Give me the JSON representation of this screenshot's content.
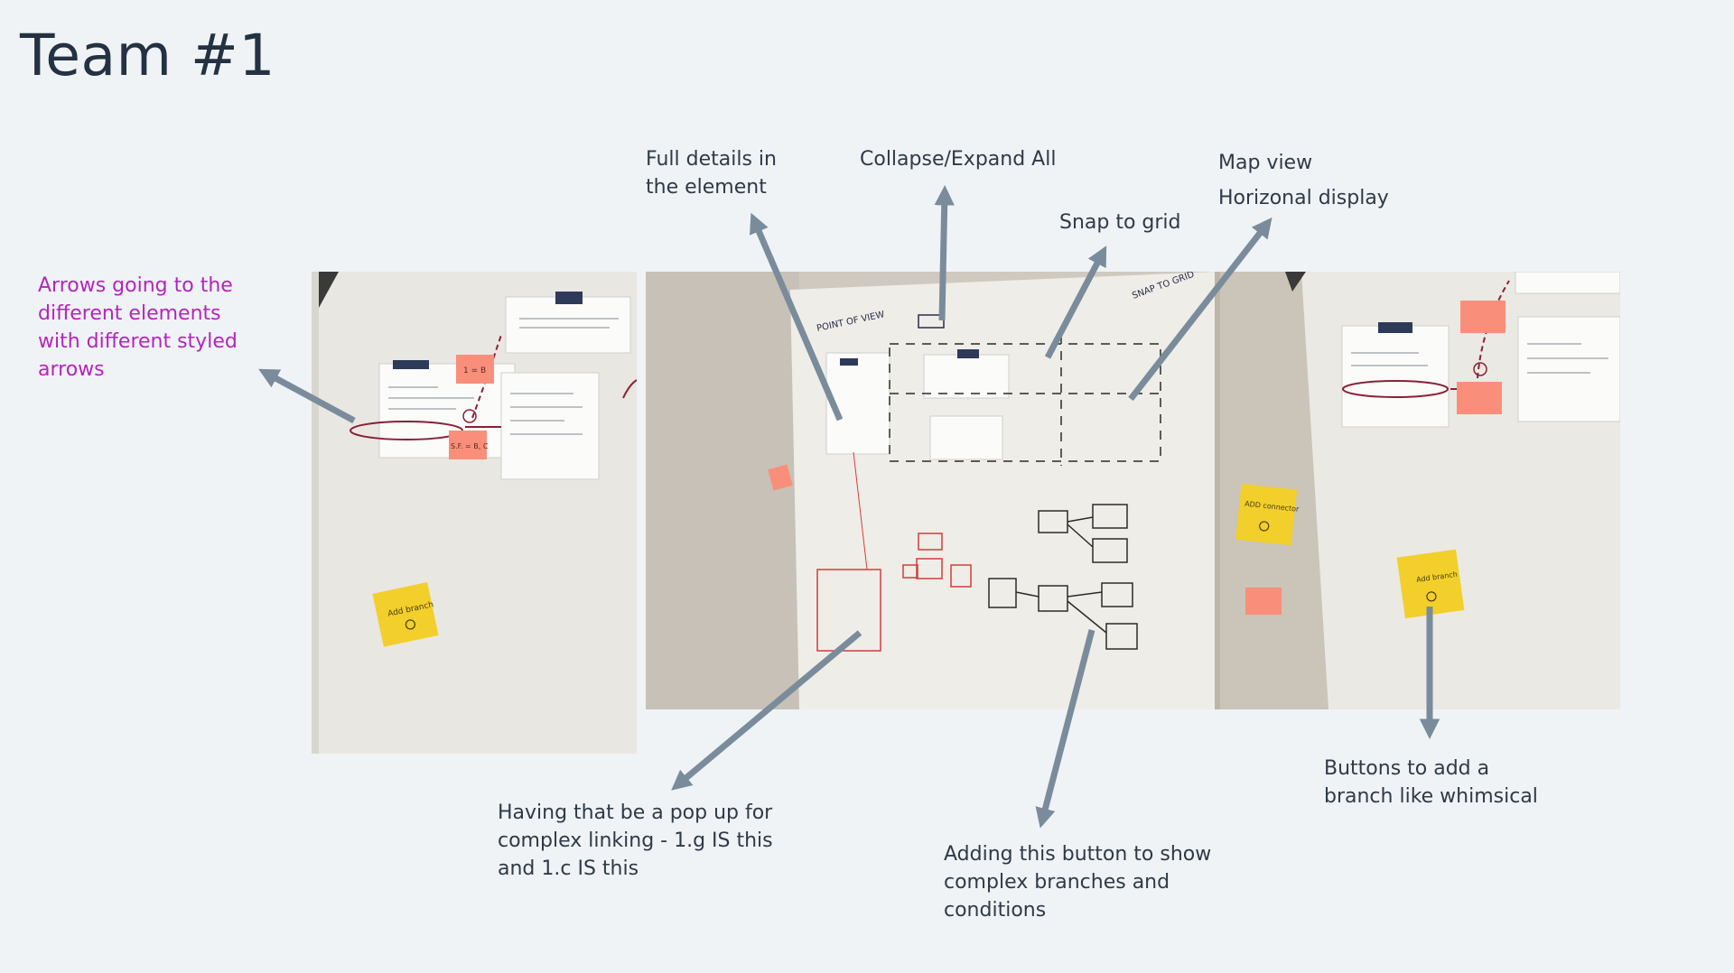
{
  "slide": {
    "title": "Team #1",
    "annotations": {
      "arrows_styled": "Arrows going to the\ndifferent elements\nwith different styled\narrows",
      "full_details": "Full details in\nthe element",
      "collapse_expand": "Collapse/Expand All",
      "snap_grid": "Snap to grid",
      "map_view": "Map view\nHorizonal display",
      "popup": "Having that be a pop up for\ncomplex linking - 1.g IS this\nand 1.c IS this",
      "complex_branches": "Adding this button to show\ncomplex branches and\nconditions",
      "add_branch": "Buttons to add a\nbranch like whimsical"
    },
    "photo_handwriting": {
      "sticky_add_branch": "Add branch",
      "sticky_add_connector": "ADD connector",
      "sticky_condition_1": "1 = B",
      "sticky_condition_2": "S.F. = B, C",
      "snap_to_grid": "SNAP TO GRID",
      "point_of_view": "POINT OF VIEW"
    },
    "colors": {
      "background": "#eff3f6",
      "title": "#243142",
      "text": "#2f3a46",
      "accent_magenta": "#b524bc",
      "arrow": "#7a8c9b",
      "sticky_yellow": "#f2cf2a",
      "sticky_pink": "#f98f7a"
    }
  }
}
